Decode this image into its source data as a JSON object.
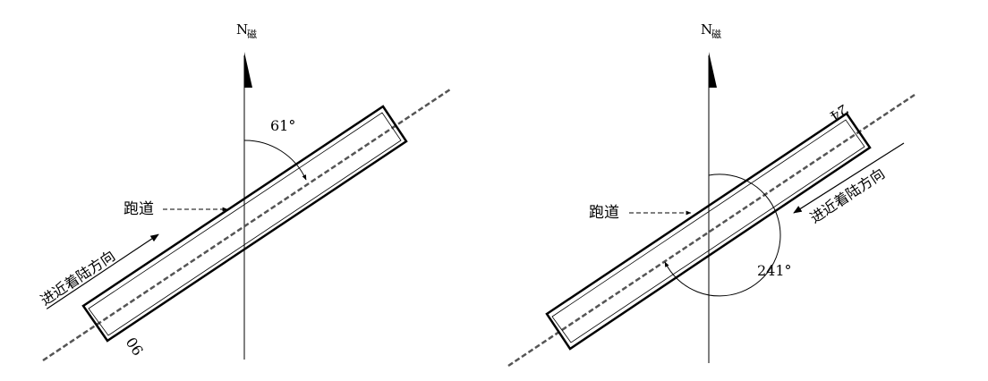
{
  "diagrams": [
    {
      "north_label": "N",
      "north_sub": "磁",
      "runway_label": "跑道",
      "approach_label": "进近着陆方向",
      "angle_label": "61°",
      "runway_number": "06",
      "heading_deg": 61
    },
    {
      "north_label": "N",
      "north_sub": "磁",
      "runway_label": "跑道",
      "approach_label": "进近着陆方向",
      "angle_label": "241°",
      "runway_number": "24",
      "heading_deg": 241
    }
  ],
  "colors": {
    "line": "#000000",
    "centerline_dash": "#555555"
  }
}
